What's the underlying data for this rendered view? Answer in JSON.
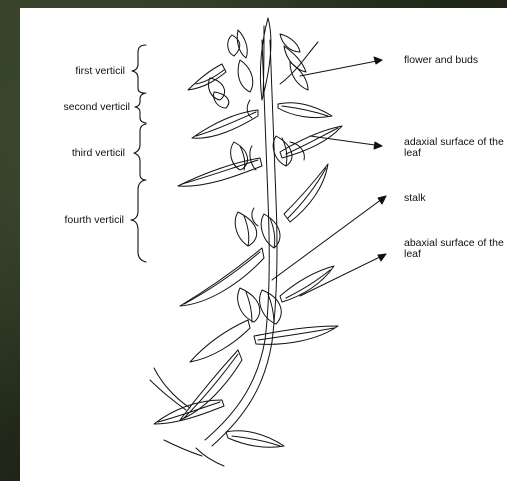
{
  "diagram": {
    "labels_left": {
      "first": "first verticil",
      "second": "second verticil",
      "third": "third verticil",
      "fourth": "fourth verticil"
    },
    "labels_right": {
      "flower": "flower and buds",
      "adaxial": "adaxial surface of the leaf",
      "stalk": "stalk",
      "abaxial": "abaxial surface of the leaf"
    },
    "colors": {
      "ink": "#111111",
      "paper": "#ffffff",
      "background": "#2c3424"
    }
  }
}
